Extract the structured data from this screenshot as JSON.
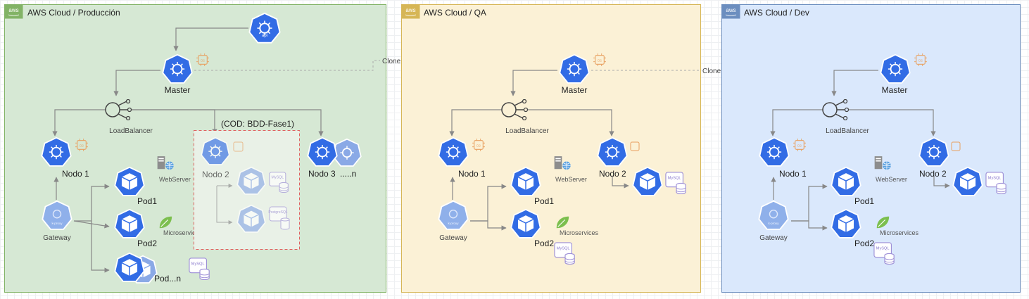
{
  "panels": [
    {
      "id": "prod",
      "title": "AWS Cloud / Producción",
      "fill": "#d6e8d4",
      "stroke": "#82b366"
    },
    {
      "id": "qa",
      "title": "AWS Cloud / QA",
      "fill": "#fbf1d6",
      "stroke": "#d6b656"
    },
    {
      "id": "dev",
      "title": "AWS Cloud / Dev",
      "fill": "#dae8fc",
      "stroke": "#6c8ebf"
    }
  ],
  "aws_badge": "aws",
  "labels": {
    "master": "Master",
    "load_balancer": "LoadBalancer",
    "nodo1": "Nodo 1",
    "nodo2": "Nodo 2",
    "nodo3": "Nodo 3",
    "nodo_n": ".....n",
    "pod1": "Pod1",
    "pod2": "Pod2",
    "pod_n": "Pod...n",
    "gateway": "Gateway",
    "webserver": "WebServer",
    "microservices": "Microservices",
    "clone": "Clone",
    "api": "api",
    "cod_box": "(COD: BDD-Fase1)",
    "mysql": "MySQL",
    "postgresql": "PostgreSQL",
    "chip": "D2",
    "kproxy": "k-proxy"
  },
  "colors": {
    "k8s_blue": "#326ce5",
    "k8s_light": "#6e94e8",
    "proxy": "#8aabe8",
    "line": "#888888",
    "chip": "#e8a060",
    "db": "#9c8ed6",
    "red_dash": "#e06060",
    "leaf": "#7cbf4e"
  },
  "icons": [
    "k8s-control-icon",
    "kubernetes-node-icon",
    "pod-cube-icon",
    "load-balancer-icon",
    "k-proxy-icon",
    "server-icon",
    "leaf-icon",
    "mysql-db-icon",
    "chip-icon",
    "aws-logo-icon"
  ]
}
